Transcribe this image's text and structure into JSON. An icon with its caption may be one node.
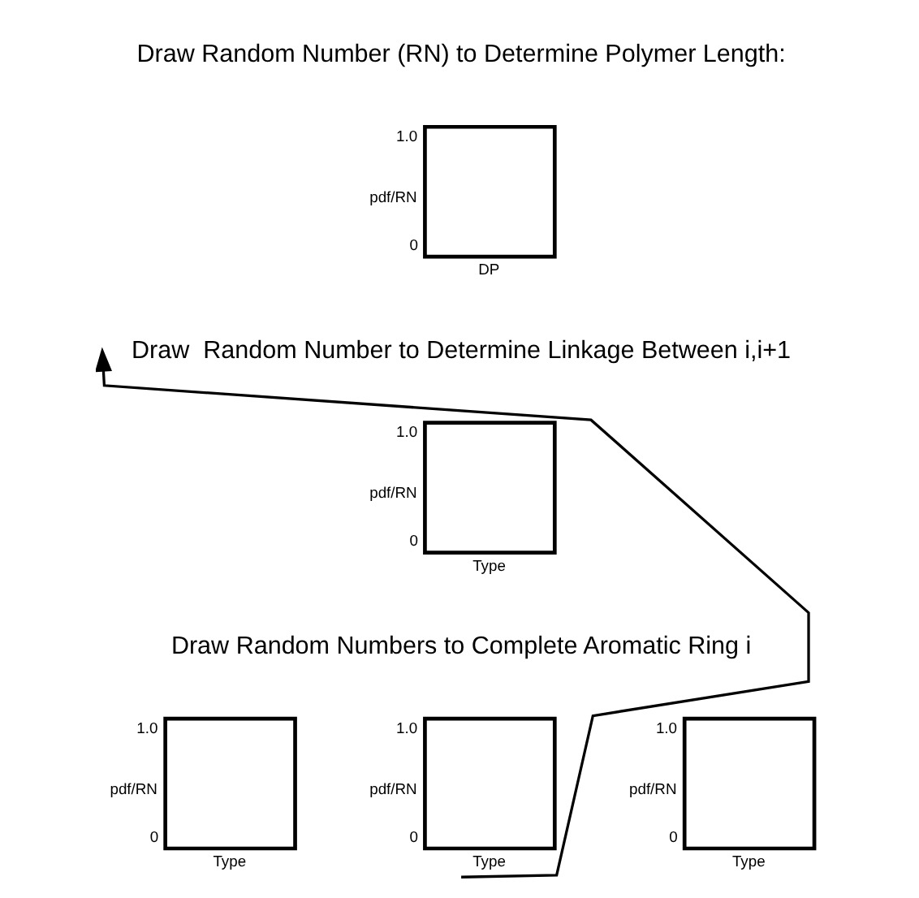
{
  "diagram": {
    "nodes": [
      {
        "text": [
          "Draw Random Number (RN) to Determine Polymer Length:"
        ]
      },
      {
        "text": [],
        "shape": "box",
        "beside": [
          "1.0",
          "pdf/RN",
          "0",
          "DP"
        ]
      },
      {
        "text": [
          "Draw  Random Number to Determine Linkage Between i,i+1"
        ]
      },
      {
        "text": [],
        "shape": "box",
        "beside": [
          "1.0",
          "pdf/RN",
          "0",
          "Type"
        ]
      },
      {
        "text": [
          "Draw Random Numbers to Complete Aromatic Ring i"
        ]
      },
      {
        "text": [],
        "shape": "box",
        "beside": [
          "1.0",
          "pdf/RN",
          "0",
          "Type"
        ]
      },
      {
        "text": [],
        "shape": "box",
        "beside": [
          "1.0",
          "pdf/RN",
          "0",
          "Type"
        ]
      },
      {
        "text": [],
        "shape": "box",
        "beside": [
          "1.0",
          "pdf/RN",
          "0",
          "Type"
        ]
      }
    ],
    "edges": [
      {
        "from": 6,
        "to": 2,
        "arrow": "to"
      }
    ]
  }
}
